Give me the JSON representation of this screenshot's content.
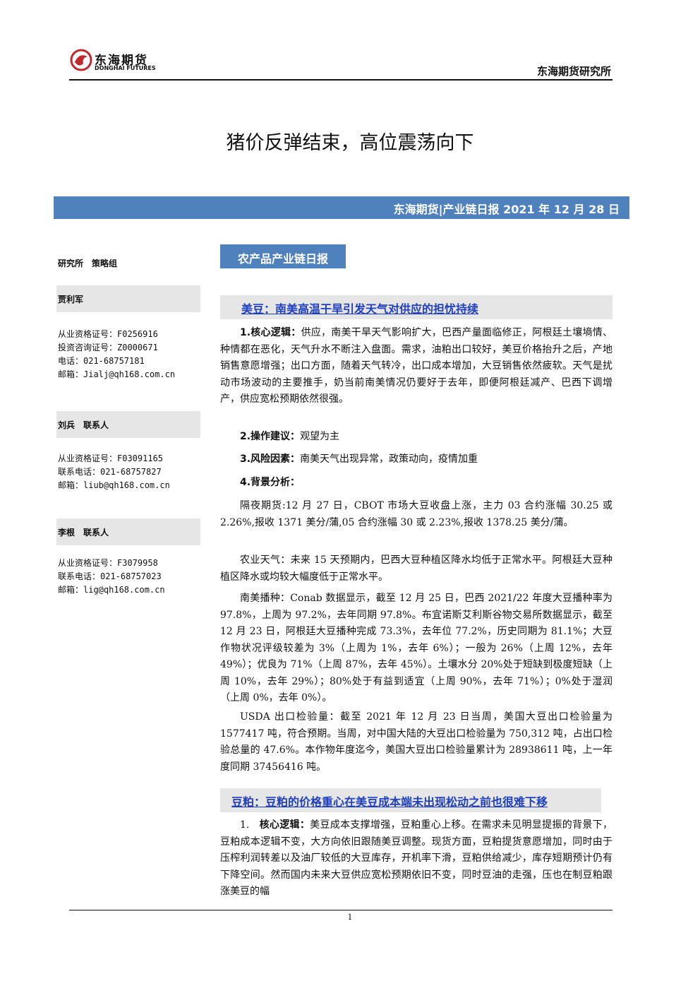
{
  "header": {
    "logo_cn": "东海期货",
    "logo_en": "DONGHAI FUTURES",
    "institute": "东海期货研究所"
  },
  "title": "猪价反弹结束，高位震荡向下",
  "banner": "东海期货|产业链日报 2021 年 12 月 28 日",
  "sidebar": {
    "dept": "研究所　策略组",
    "analysts": [
      {
        "name": "贾利军",
        "lines": [
          "从业资格证号：F0256916",
          "投资咨询证号：Z0000671",
          "电话：021-68757181",
          "邮箱：Jialj@qh168.com.cn"
        ]
      },
      {
        "name": "刘兵　联系人",
        "lines": [
          "从业资格证号：F03091165",
          "联系电话：021-68757827",
          "邮箱：liub@qh168.com.cn"
        ]
      },
      {
        "name": "李根　联系人",
        "lines": [
          "从业资格证号：F3079958",
          "联系电话：021-68757023",
          "邮箱：lig@qh168.com.cn"
        ]
      }
    ]
  },
  "section_tag": "农产品产业链日报",
  "soybean": {
    "heading": "美豆：南美高温干旱引发天气对供应的担忧持续",
    "logic_label": "1.核心逻辑：",
    "logic_text": "供应，南美干旱天气影响扩大，巴西产量面临修正，阿根廷土壤墒情、种情都在恶化，天气升水不断注入盘面。需求，油粕出口较好，美豆价格抬升之后，产地销售意愿增强；出口方面，随着天气转冷，出口成本增加，大豆销售依然疲软。天气是扰动市场波动的主要推手，奶当前南美情况仍要好于去年，即便阿根廷减产、巴西下调增产，供应宽松预期依然很强。",
    "advice_label": "2.操作建议：",
    "advice_text": "观望为主",
    "risk_label": "3.风险因素：",
    "risk_text": "南美天气出现异常，政策动向，疫情加重",
    "bg_label": "4.背景分析：",
    "bg_p1": "隔夜期货:12 月 27 日，CBOT 市场大豆收盘上涨，主力 03 合约涨幅 30.25 或 2.26%,报收 1371 美分/蒲,05 合约涨幅 30 或 2.23%,报收 1378.25 美分/蒲。",
    "bg_p2": "农业天气：未来 15 天预期内，巴西大豆种植区降水均低于正常水平。阿根廷大豆种植区降水或均较大幅度低于正常水平。",
    "bg_p3": "南美播种：Conab 数据显示，截至 12 月 25 日，巴西 2021/22 年度大豆播种率为 97.8%，上周为 97.2%，去年同期 97.8%。布宜诺斯艾利斯谷物交易所数据显示，截至 12 月 23 日，阿根廷大豆播种完成 73.3%，去年位 77.2%，历史同期为 81.1%；大豆作物状况评级较差为 3%（上周为 1%，去年 6%）；一般为 26%（上周 12%，去年 49%）；优良为 71%（上周 87%，去年 45%）。土壤水分 20%处于短缺到极度短缺（上周 10%，去年 29%）；80%处于有益到适宜（上周 90%，去年 71%）；0%处于湿润（上周 0%，去年 0%）。",
    "bg_p4": "USDA 出口检验量：截至 2021 年 12 月 23 日当周，美国大豆出口检验量为 1577417 吨，符合预期。当周，对中国大陆的大豆出口检验量为 750,312 吨，占出口检验总量的 47.6%。本作物年度迄今，美国大豆出口检验量累计为 28938611 吨，上一年度同期 37456416 吨。"
  },
  "meal": {
    "heading": "豆粕：豆粕的价格重心在美豆成本端未出现松动之前也很难下移",
    "logic_num": "1.",
    "logic_label": "核心逻辑：",
    "logic_text": "美豆成本支撑增强，豆粕重心上移。在需求未见明显提振的背景下，豆粕成本逻辑不变，大方向依旧跟随美豆调整。现货方面，豆粕提货意愿增加，同时由于压榨利润转差以及油厂较低的大豆库存，开机率下滑，豆粕供给减少，库存短期预计仍有下降空间。然而国内未来大豆供应宽松预期依旧不变，同时豆油的走强，压也在制豆粕跟涨美豆的幅"
  },
  "footer": {
    "page": "1"
  }
}
